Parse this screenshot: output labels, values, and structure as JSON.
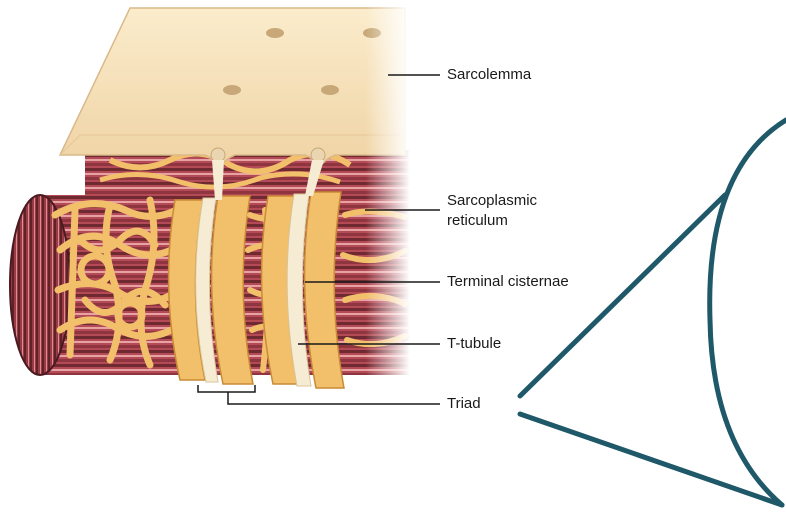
{
  "labels": {
    "sarcolemma": "Sarcolemma",
    "sarcoplasmic_line1": "Sarcoplasmic",
    "sarcoplasmic_line2": "reticulum",
    "terminal_cisternae": "Terminal cisternae",
    "t_tubule": "T-tubule",
    "triad": "Triad"
  },
  "colors": {
    "sarcolemma": "#f7e3bf",
    "sarcolemma_edge": "#d9b98a",
    "reticulum": "#f2bf6b",
    "reticulum_edge": "#c98b35",
    "fiber_dark": "#6e2a30",
    "fiber_mid": "#b8525a",
    "fiber_light": "#e7a3a3",
    "ttubule": "#f6ecd4",
    "zoom_line": "#1f5868",
    "leader": "#1a1a1a"
  }
}
